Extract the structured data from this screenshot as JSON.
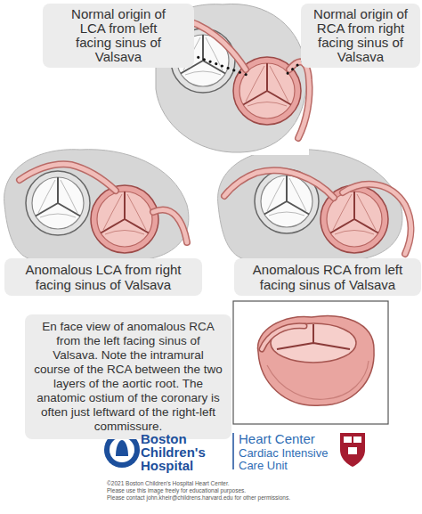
{
  "diagram": {
    "nodes": [
      {
        "text": [
          "Normal origin of LCA from left facing sinus of Valsava"
        ]
      },
      {
        "text": [
          "Normal origin of RCA from right facing sinus of Valsava"
        ]
      },
      {
        "text": [
          "Anomalous LCA from right facing sinus of Valsava"
        ]
      },
      {
        "text": [
          "Anomalous RCA from left facing sinus of Valsava"
        ]
      },
      {
        "text": [
          "En face view of anomalous RCA from the left facing sinus of Valsava. Note the intramural course of the RCA between the two layers of the aortic root. The anatomic ostium of the coronary is often just leftward of the right-left commissure."
        ]
      }
    ],
    "labels": [
      "Boston Children's Hospital",
      "Heart Center",
      "Cardiac Intensive Care Unit",
      "©2021 Boston Children's Hospital Heart Center.",
      "Please use this image freely for educational purposes.",
      "Please contact john.kheir@childrens.harvard.edu for other permissions."
    ]
  }
}
